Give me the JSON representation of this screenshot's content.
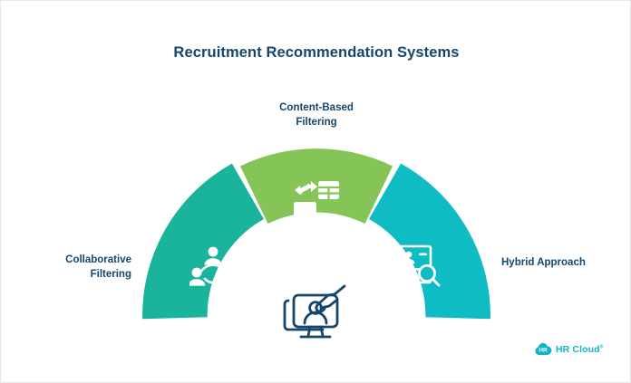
{
  "page": {
    "title": "Recruitment Recommendation Systems",
    "background_color": "#ffffff",
    "text_color": "#15466b"
  },
  "diagram": {
    "type": "semicircle-segmented",
    "center_icon_name": "monitor-person-hand-icon",
    "segments": [
      {
        "id": "collaborative-filtering",
        "label_line1": "Collaborative",
        "label_line2": "Filtering",
        "color": "#1ab39b",
        "icon": "people-network-icon",
        "position": "left"
      },
      {
        "id": "content-based-filtering",
        "label_line1": "Content-Based",
        "label_line2": "Filtering",
        "color": "#85c457",
        "icon": "monitor-grid-exchange-icon",
        "position": "top"
      },
      {
        "id": "hybrid-approach",
        "label_line1": "Hybrid Approach",
        "label_line2": "",
        "color": "#0fbcc4",
        "icon": "resume-search-icon",
        "position": "right"
      }
    ]
  },
  "logo": {
    "mark_text": "HR",
    "text": "HR Cloud",
    "trademark": "®",
    "color": "#12b5c4"
  }
}
